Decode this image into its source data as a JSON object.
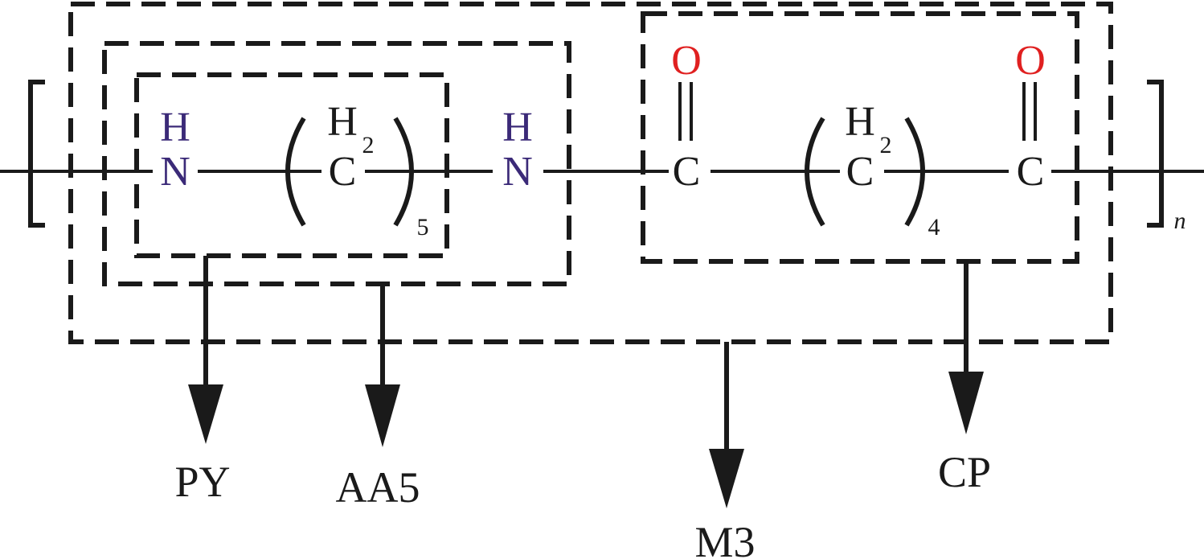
{
  "colors": {
    "ink": "#1a1a1a",
    "nitrogen": "#3b2a78",
    "oxygen": "#e02020"
  },
  "structure": {
    "nh_left": {
      "h": "H",
      "n": "N"
    },
    "ch2_left": {
      "h2": "H",
      "two": "2",
      "c": "C",
      "repeat": "5"
    },
    "nh_right": {
      "h": "H",
      "n": "N"
    },
    "carbonyl_left": {
      "o": "O",
      "c": "C"
    },
    "ch2_right": {
      "h2": "H",
      "two": "2",
      "c": "C",
      "repeat": "4"
    },
    "carbonyl_right": {
      "o": "O",
      "c": "C"
    },
    "polymer_index": "n"
  },
  "labels": {
    "py": "PY",
    "aa5": "AA5",
    "m3": "M3",
    "cp": "CP"
  }
}
